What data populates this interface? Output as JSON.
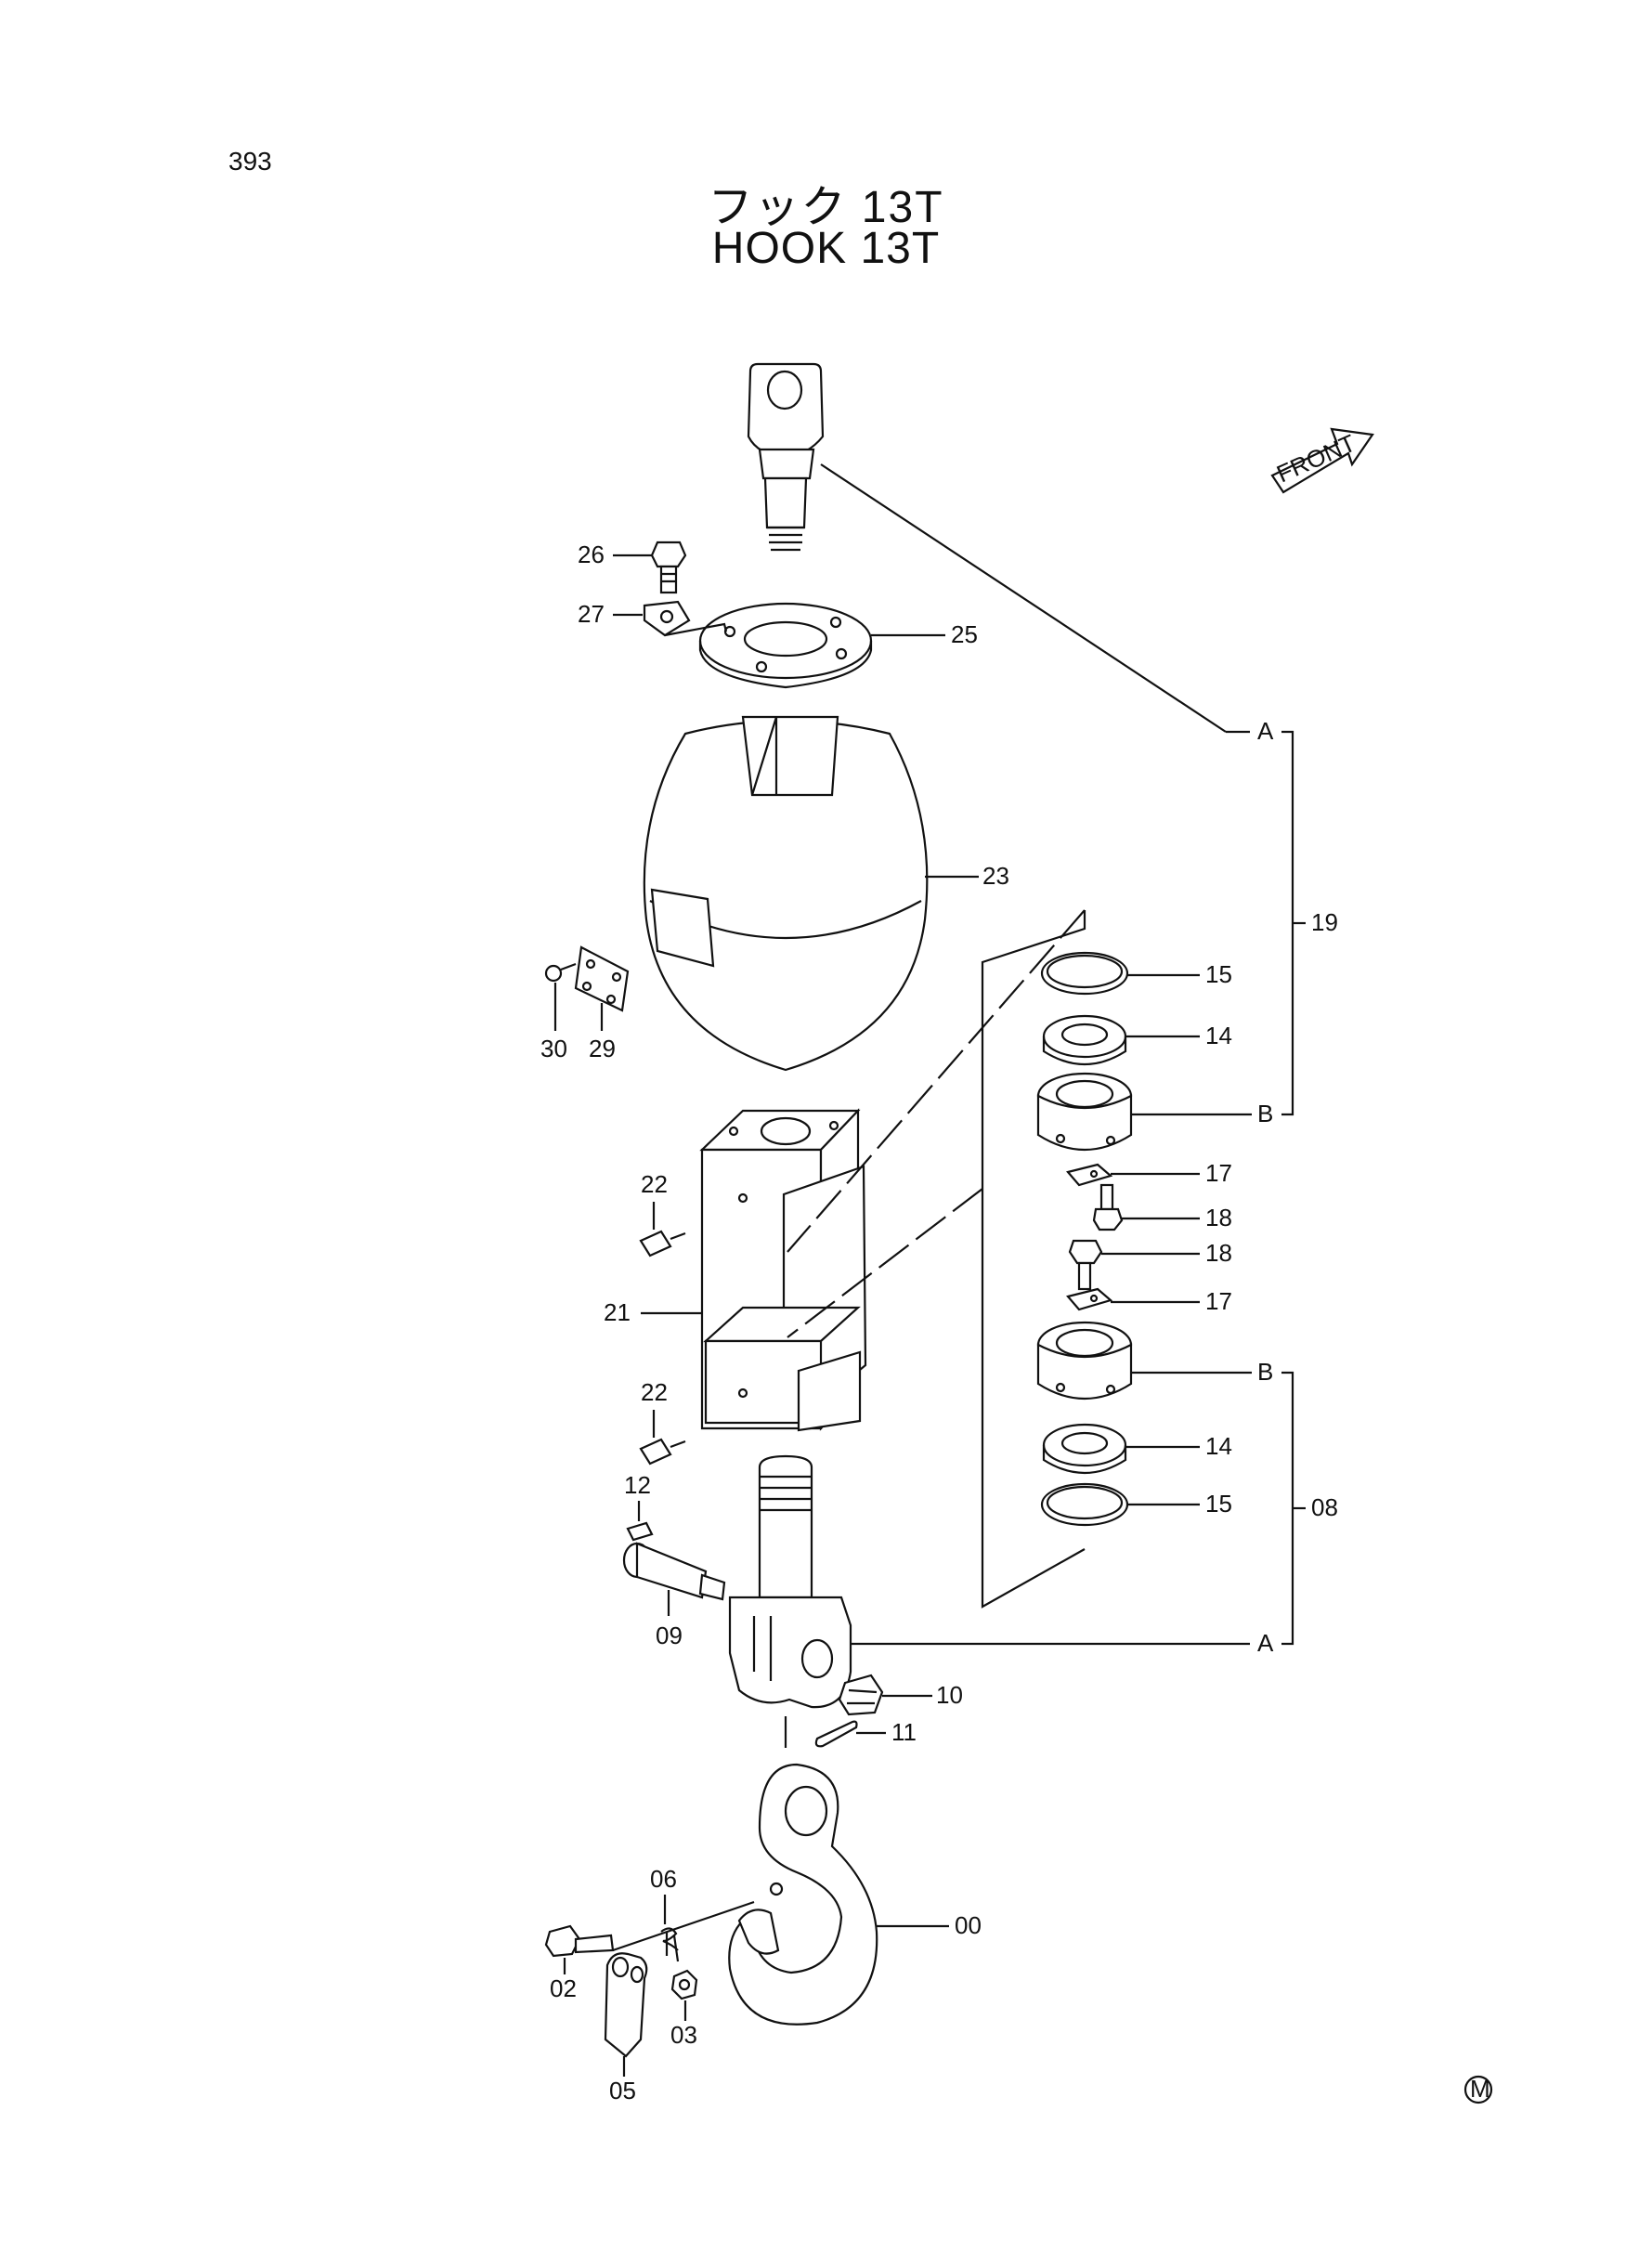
{
  "page_number": "393",
  "title_jp": "フック 13T",
  "title_en": "HOOK 13T",
  "front_label": "FRONT",
  "manufacturer_mark": "M",
  "callouts": {
    "p00": "00",
    "p02": "02",
    "p03": "03",
    "p05": "05",
    "p06": "06",
    "p08": "08",
    "p09": "09",
    "p10": "10",
    "p11": "11",
    "p12": "12",
    "p14a": "14",
    "p14b": "14",
    "p15a": "15",
    "p15b": "15",
    "p17a": "17",
    "p17b": "17",
    "p18a": "18",
    "p18b": "18",
    "p19": "19",
    "p21": "21",
    "p22a": "22",
    "p22b": "22",
    "p23": "23",
    "p25": "25",
    "p26": "26",
    "p27": "27",
    "p29": "29",
    "p30": "30",
    "refA1": "A",
    "refA2": "A",
    "refB1": "B",
    "refB2": "B"
  }
}
